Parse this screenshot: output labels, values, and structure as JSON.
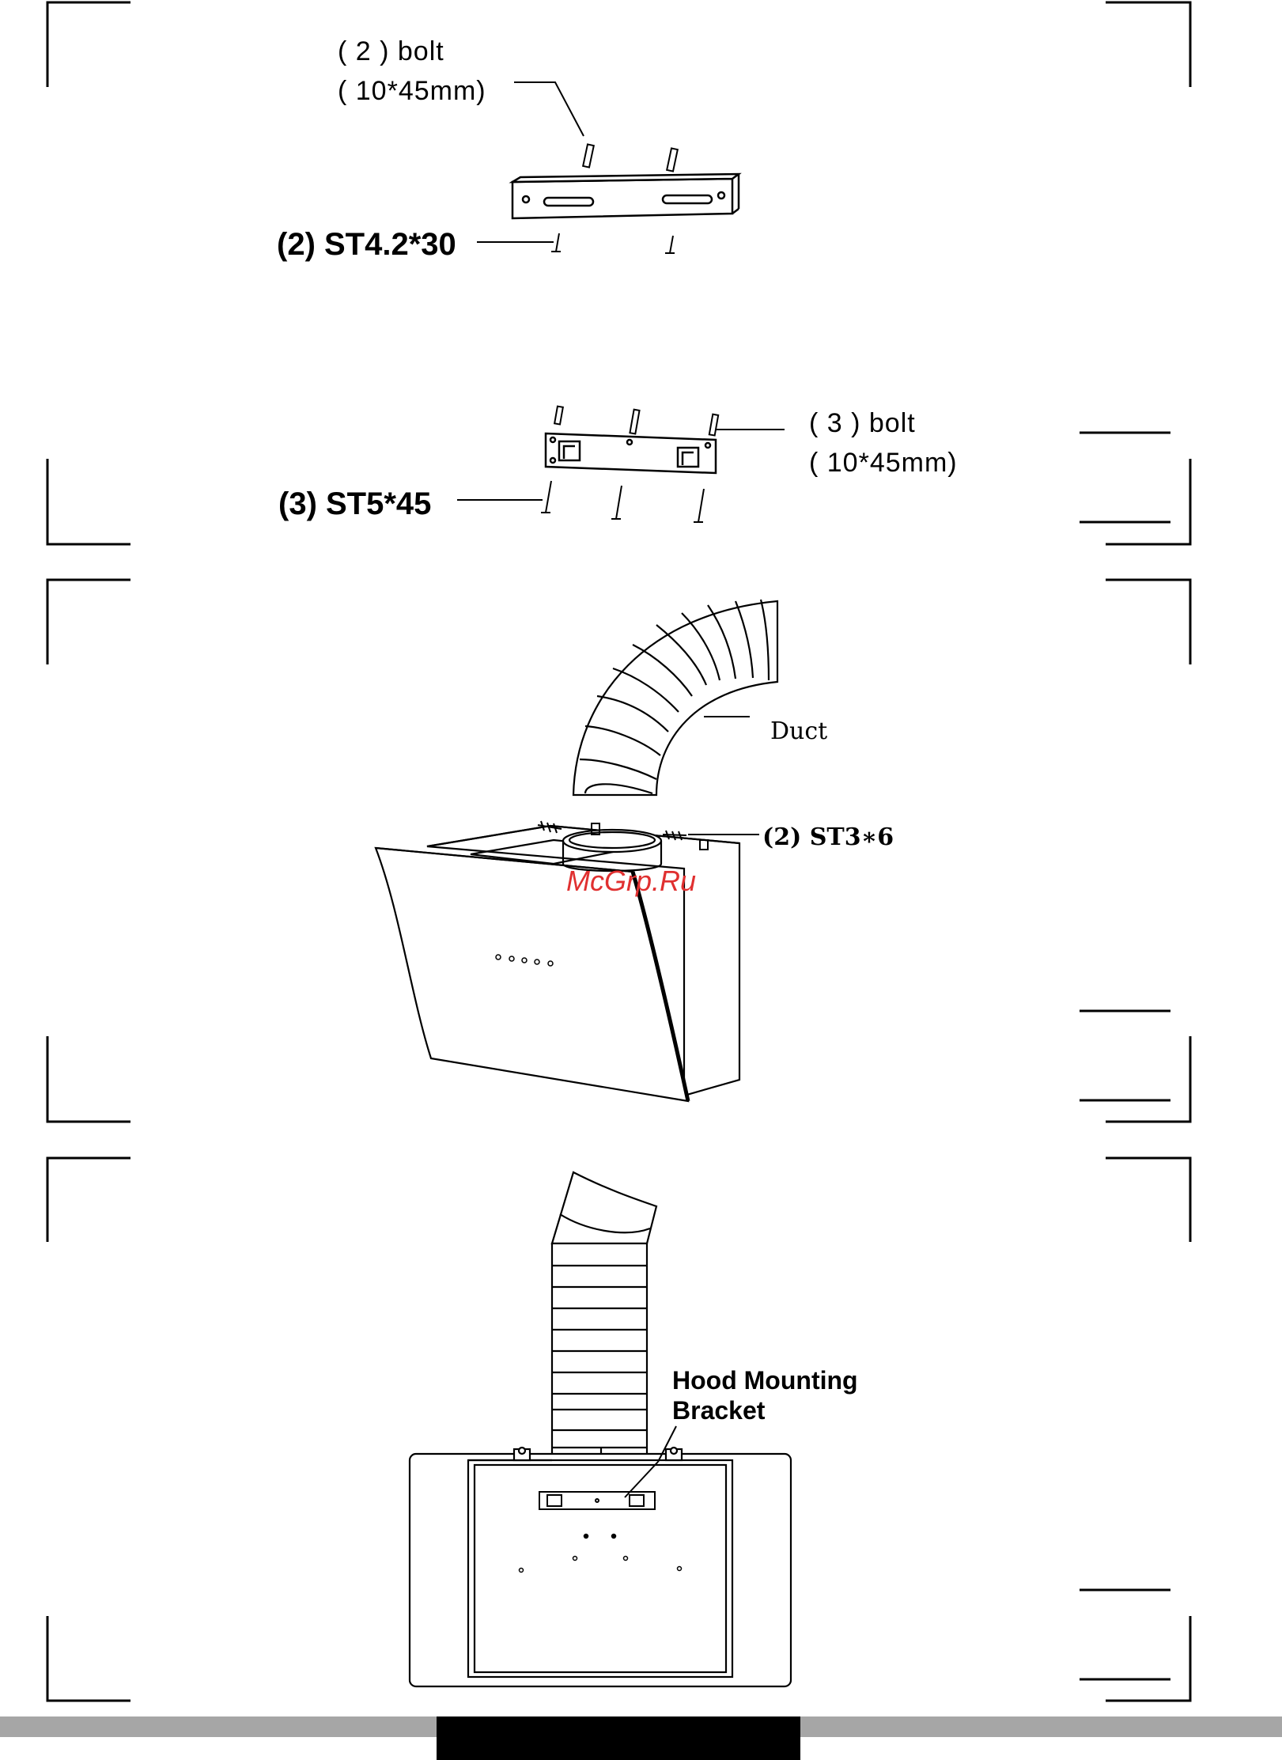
{
  "labels": {
    "bolt_top_1": "( 2 ) bolt",
    "bolt_top_2": "( 10*45mm)",
    "screw_top": "(2) ST4.2*30",
    "bolt_mid_1": "( 3 ) bolt",
    "bolt_mid_2": "( 10*45mm)",
    "screw_mid": "(3) ST5*45",
    "duct": "Duct",
    "screw_duct": "(2)  ST3∗6",
    "hood_bracket_1": "Hood Mounting",
    "hood_bracket_2": "Bracket"
  },
  "watermark": "McGrp.Ru",
  "colors": {
    "ink": "#000000",
    "footer_gray": "#a6a6a6",
    "footer_black": "#000000",
    "watermark": "#e03030"
  }
}
